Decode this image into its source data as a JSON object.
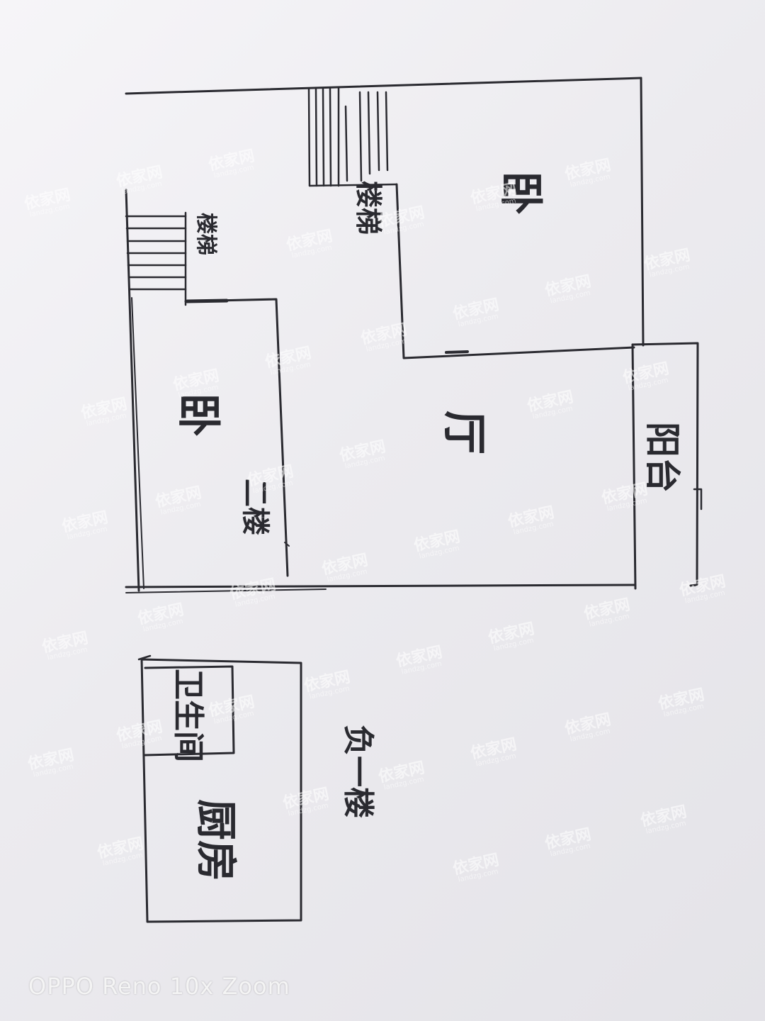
{
  "rooms": {
    "bedroom_upper": "卧",
    "bedroom_lower": "卧",
    "living_room": "厅",
    "balcony": "阳台",
    "bathroom": "卫生间",
    "kitchen": "厨房"
  },
  "stairs": {
    "main_stair": "楼梯",
    "side_stair": "楼梯"
  },
  "floors": {
    "second_floor": "二楼",
    "first_floor": "负一楼"
  },
  "watermark": {
    "brand": "依家网",
    "domain": "landzg.com"
  },
  "camera_label": "OPPO Reno 10x Zoom",
  "colors": {
    "ink": "#2a2a30",
    "paper": "#efeef2"
  }
}
